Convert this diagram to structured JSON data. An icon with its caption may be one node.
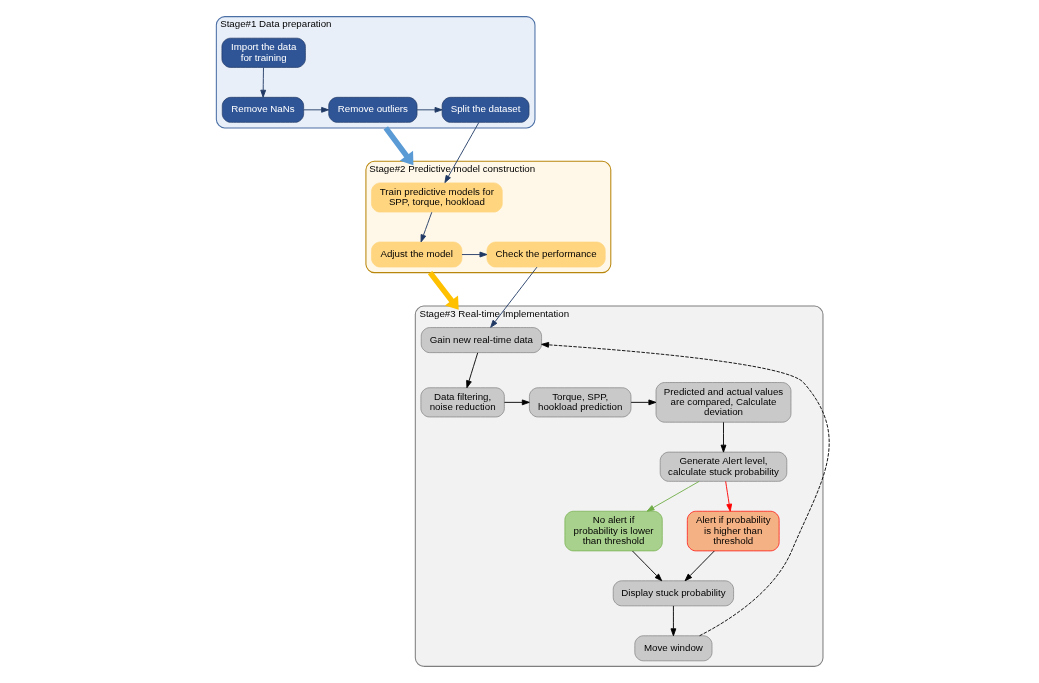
{
  "diagram": {
    "nodes": [
      {
        "text": [
          "Stage#1 Data preparation"
        ]
      },
      {
        "text": [
          "Import the data for training"
        ],
        "in": 0
      },
      {
        "text": [
          "Remove NaNs"
        ],
        "in": 0
      },
      {
        "text": [
          "Remove outliers"
        ],
        "in": 0
      },
      {
        "text": [
          "Split the dataset"
        ],
        "in": 0
      },
      {
        "text": [
          "Stage#2 Predictive model construction"
        ]
      },
      {
        "text": [
          "Train predictive models for SPP, torque, hookload"
        ],
        "in": 5
      },
      {
        "text": [
          "Adjust the model"
        ],
        "in": 5
      },
      {
        "text": [
          "Check the performance"
        ],
        "in": 5
      },
      {
        "text": [
          "Stage#3 Real-time Implementation"
        ]
      },
      {
        "text": [
          "Gain new real-time data"
        ],
        "in": 9
      },
      {
        "text": [
          "Data filtering, noise reduction"
        ],
        "in": 9
      },
      {
        "text": [
          "Torque, SPP, hookload prediction"
        ],
        "in": 9
      },
      {
        "text": [
          "Predicted and actual values are compared, Calculate deviation"
        ],
        "in": 9
      },
      {
        "text": [
          "Generate Alert level, calculate stuck probability"
        ],
        "in": 9
      },
      {
        "text": [
          "No alert if probability is lower than threshold"
        ],
        "in": 9
      },
      {
        "text": [
          "Alert if probability is higher than threshold"
        ],
        "in": 9
      },
      {
        "text": [
          "Display stuck probability"
        ],
        "in": 9
      },
      {
        "text": [
          "Move window"
        ],
        "in": 9
      }
    ],
    "edges": [
      {
        "from": 1,
        "to": 2,
        "arrow": "to",
        "color": "#1f3864"
      },
      {
        "from": 2,
        "to": 3,
        "arrow": "to",
        "color": "#1f3864"
      },
      {
        "from": 3,
        "to": 4,
        "arrow": "to",
        "color": "#1f3864"
      },
      {
        "from": 4,
        "to": 6,
        "arrow": "to",
        "color": "#1f3864"
      },
      {
        "from": 0,
        "to": 5,
        "arrow": "to",
        "style": "thick",
        "color": "#5b9bd5"
      },
      {
        "from": 6,
        "to": 7,
        "arrow": "to",
        "color": "#1f3864"
      },
      {
        "from": 7,
        "to": 8,
        "arrow": "to",
        "color": "#1f3864"
      },
      {
        "from": 8,
        "to": 10,
        "arrow": "to",
        "color": "#1f3864"
      },
      {
        "from": 5,
        "to": 9,
        "arrow": "to",
        "style": "thick",
        "color": "#ffc000"
      },
      {
        "from": 10,
        "to": 11,
        "arrow": "to"
      },
      {
        "from": 11,
        "to": 12,
        "arrow": "to"
      },
      {
        "from": 12,
        "to": 13,
        "arrow": "to"
      },
      {
        "from": 13,
        "to": 14,
        "arrow": "to"
      },
      {
        "from": 14,
        "to": 15,
        "arrow": "to",
        "color": "#70ad47"
      },
      {
        "from": 14,
        "to": 16,
        "arrow": "to",
        "color": "#ff0000"
      },
      {
        "from": 15,
        "to": 17,
        "arrow": "to"
      },
      {
        "from": 16,
        "to": 17,
        "arrow": "to"
      },
      {
        "from": 17,
        "to": 18,
        "arrow": "to"
      },
      {
        "from": 18,
        "to": 10,
        "arrow": "to",
        "style": "dashed"
      }
    ]
  }
}
